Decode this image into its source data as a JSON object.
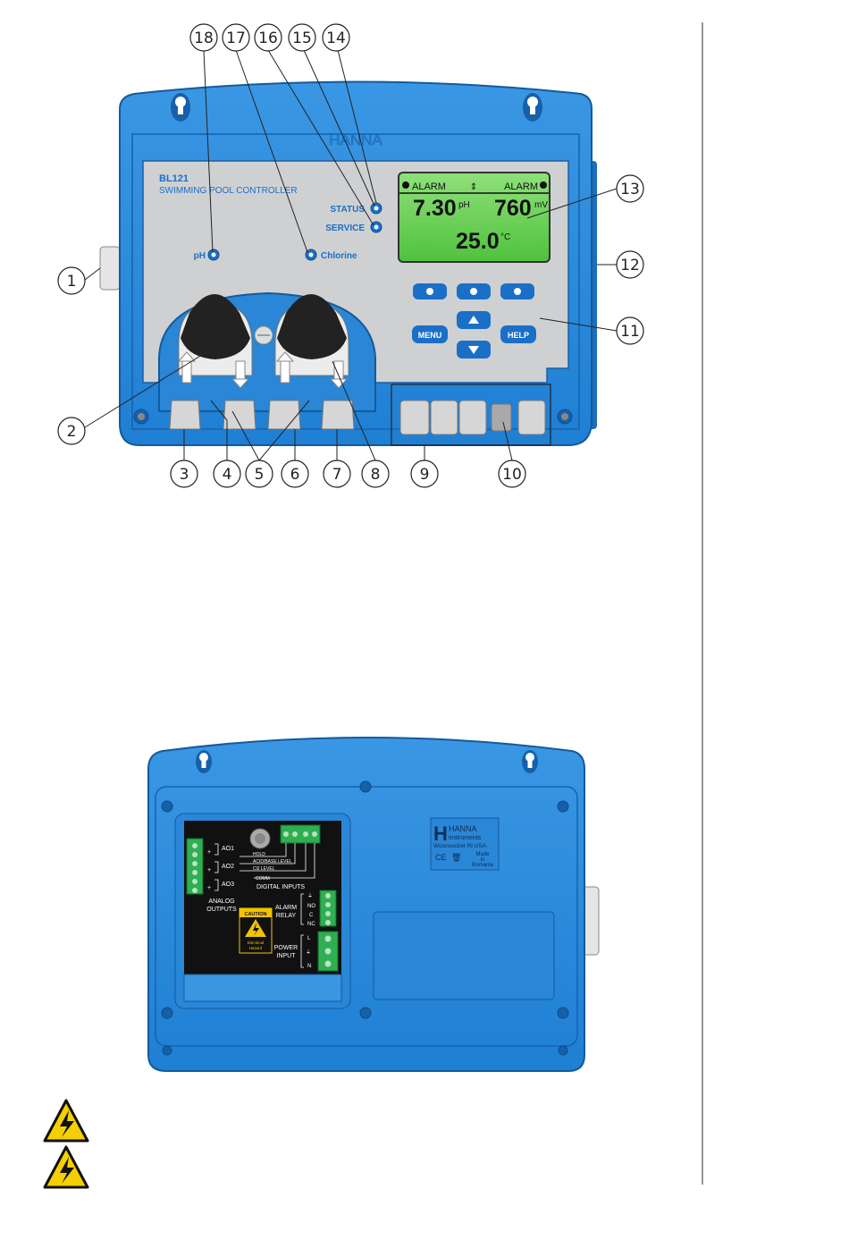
{
  "callouts": {
    "c1": "1",
    "c2": "2",
    "c3": "3",
    "c4": "4",
    "c5": "5",
    "c6": "6",
    "c7": "7",
    "c8": "8",
    "c9": "9",
    "c10": "10",
    "c11": "11",
    "c12": "12",
    "c13": "13",
    "c14": "14",
    "c15": "15",
    "c16": "16",
    "c17": "17",
    "c18": "18"
  },
  "front_panel": {
    "brand": "HANNA",
    "model": "BL121",
    "subtitle": "SWIMMING POOL CONTROLLER",
    "status_label": "STATUS",
    "service_label": "SERVICE",
    "ph_label": "pH",
    "chlorine_label": "Chlorine",
    "menu_label": "MENU",
    "help_label": "HELP"
  },
  "lcd": {
    "alarm_left": "ALARM",
    "alarm_right": "ALARM",
    "ph_value": "7.30",
    "ph_unit": "pH",
    "mv_value": "760",
    "mv_unit": "mV",
    "temp_value": "25.0",
    "temp_unit": "°C"
  },
  "back_panel": {
    "ao1": "AO1",
    "ao2": "AO2",
    "ao3": "AO3",
    "plus": "+",
    "analog_outputs_1": "ANALOG",
    "analog_outputs_2": "OUTPUTS",
    "hold": "HOLD",
    "acid_base_level": "ACID/BASE LEVEL",
    "cl2_level": "Cl2 LEVEL",
    "comm": "COMM",
    "digital_inputs": "DIGITAL INPUTS",
    "alarm_relay_1": "ALARM",
    "alarm_relay_2": "RELAY",
    "no": "NO",
    "c": "C",
    "nc": "NC",
    "power_input_1": "POWER",
    "power_input_2": "INPUT",
    "l": "L",
    "n": "N",
    "caution": "CAUTION",
    "electrical_hazard_1": "Electrical",
    "electrical_hazard_2": "Hazard",
    "logo_h": "H",
    "logo_hanna": "HANNA",
    "logo_instruments": "instruments",
    "logo_city": "Woonsocket RI USA",
    "logo_ce": "CE",
    "made": "Made",
    "in": "in",
    "romania": "Romania"
  }
}
